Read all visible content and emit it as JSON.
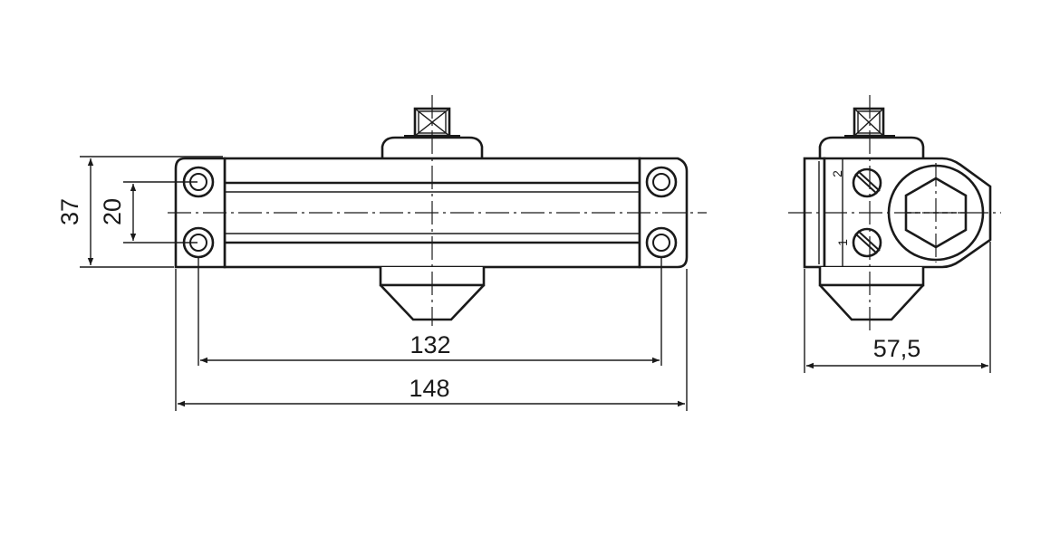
{
  "drawing": {
    "dimensions": {
      "height_outer": "37",
      "height_inner": "20",
      "hole_spacing": "132",
      "total_length": "148",
      "side_depth": "57,5"
    },
    "adjustment_valves": {
      "valve_1": "1",
      "valve_2": "2"
    }
  }
}
